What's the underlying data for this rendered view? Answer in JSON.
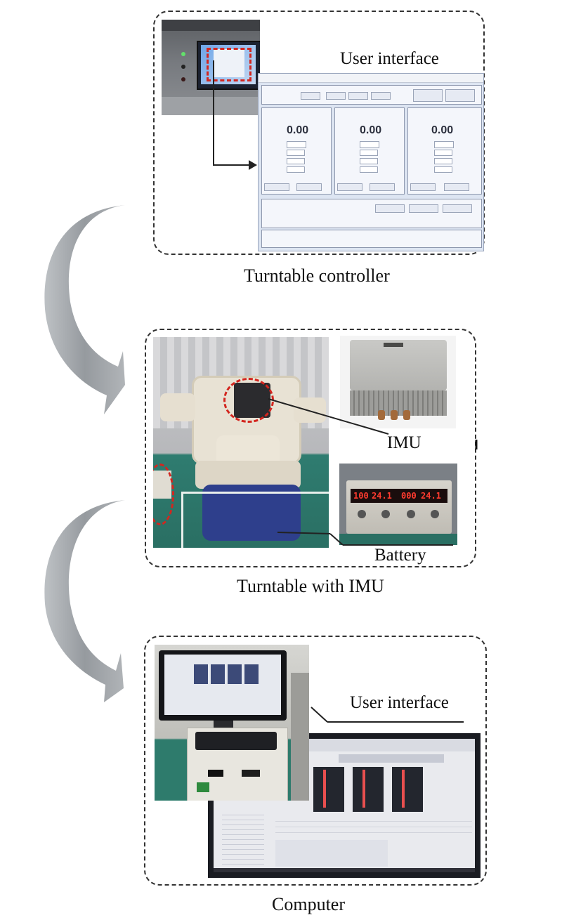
{
  "labels": {
    "controller_ui": "User interface",
    "turntable_controller": "Turntable controller",
    "imu": "IMU",
    "battery": "Battery",
    "turntable_with_imu": "Turntable with IMU",
    "computer_ui": "User interface",
    "computer": "Computer"
  },
  "controller_screen": {
    "values": [
      "0.00",
      "0.00",
      "0.00"
    ]
  },
  "power_supply_display": {
    "left_a": "100",
    "left_b": "24.1",
    "right_a": "000",
    "right_b": "24.1"
  },
  "colors": {
    "arrow": "#8f9499",
    "highlight": "#d3261f",
    "panel_border": "#333333",
    "screen_bg": "#dde5f2"
  }
}
